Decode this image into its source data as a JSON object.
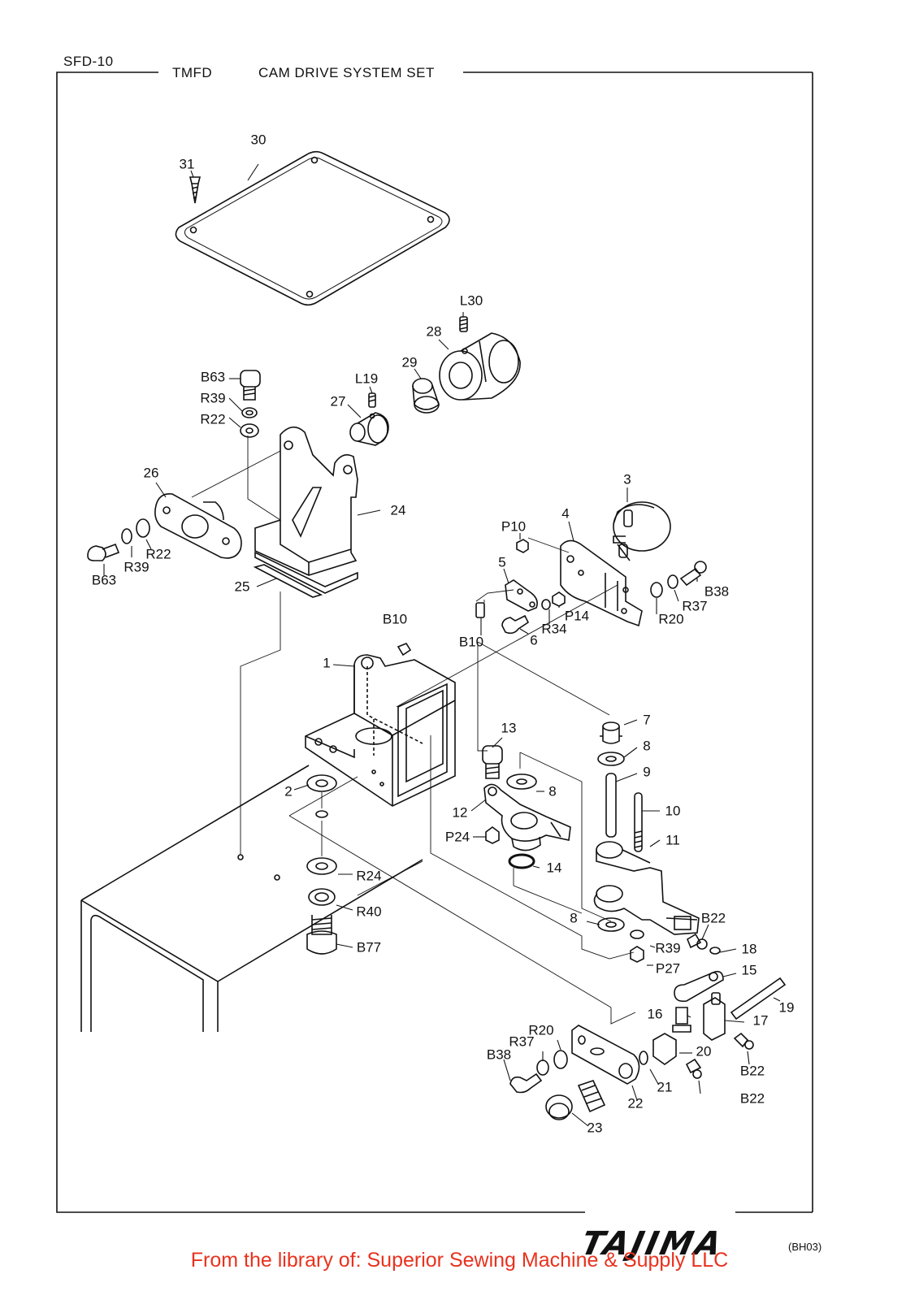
{
  "header": {
    "doc_id": "SFD-10",
    "model": "TMFD",
    "title": "CAM  DRIVE  SYSTEM  SET"
  },
  "diagram": {
    "labels": [
      "30",
      "31",
      "L30",
      "28",
      "29",
      "L19",
      "27",
      "B63",
      "R39",
      "R22",
      "26",
      "24",
      "25",
      "3",
      "4",
      "P10",
      "5",
      "P14",
      "R34",
      "B10",
      "6",
      "B38",
      "R37",
      "R20",
      "1",
      "2",
      "R24",
      "R40",
      "B77",
      "13",
      "12",
      "P24",
      "14",
      "7",
      "8",
      "9",
      "10",
      "11",
      "B22",
      "R39",
      "P27",
      "18",
      "15",
      "19",
      "16",
      "17",
      "20",
      "21",
      "22",
      "23",
      "B22",
      "R20",
      "R37",
      "B38",
      "B63",
      "R39",
      "R22",
      "8",
      "8",
      "B22",
      "B10"
    ]
  },
  "footer": {
    "logo_text": "TAJIMA",
    "page_code": "(BH03)",
    "library_note": "From the library of: Superior Sewing Machine & Supply LLC"
  },
  "colors": {
    "line": "#111111",
    "footer_note": "#e8321e",
    "background": "#ffffff"
  }
}
